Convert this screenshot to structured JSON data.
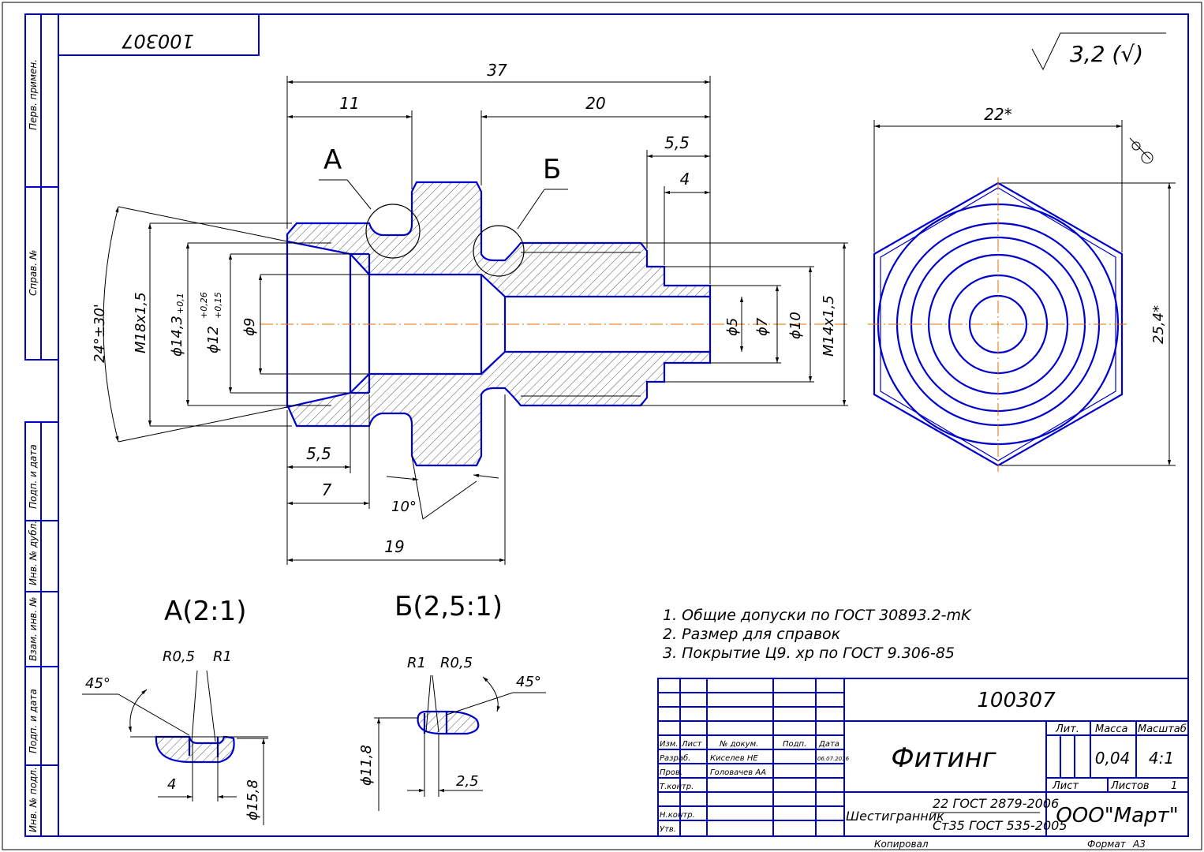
{
  "stamp_number_rotated": "100307",
  "roughness": "3,2 (√)",
  "side_stamps": {
    "perv_primen": "Перв. примен.",
    "sprav_no": "Справ. №",
    "podp_data_1": "Подп. и дата",
    "inv_dubl": "Инв. № дубл.",
    "vzam_inv": "Взам. инв. №",
    "podp_data_2": "Подп. и дата",
    "inv_podl": "Инв. № подл."
  },
  "main_view": {
    "callout_a": "А",
    "callout_b": "Б",
    "dims": {
      "d37": "37",
      "d11": "11",
      "d20": "20",
      "d5_5_top": "5,5",
      "d4_top": "4",
      "angle_24": "24°±30'",
      "m18": "M18x1,5",
      "d14_3": "ϕ14,3",
      "d14_3_tol": "+0,1",
      "d12": "ϕ12",
      "d12_tol_up": "+0,26",
      "d12_tol_low": "+0,15",
      "d9": "ϕ9",
      "d5": "ϕ5",
      "d7": "ϕ7",
      "d10": "ϕ10",
      "m14": "M14x1,5",
      "d5_5_bot": "5,5",
      "d7_bot": "7",
      "angle_10": "10°",
      "d19": "19"
    }
  },
  "end_view": {
    "d22": "22*",
    "d25_4": "25,4*"
  },
  "detail_a": {
    "title": "А(2:1)",
    "r05": "R0,5",
    "r1": "R1",
    "angle": "45°",
    "d4": "4",
    "d15_8": "ϕ15,8"
  },
  "detail_b": {
    "title": "Б(2,5:1)",
    "r1": "R1",
    "r05": "R0,5",
    "angle": "45°",
    "d11_8": "ϕ11,8",
    "d2_5": "2,5"
  },
  "notes": [
    "1. Общие допуски по ГОСТ 30893.2-mK",
    "2. Размер для справок",
    "3. Покрытие Ц9. хр по ГОСТ 9.306-85"
  ],
  "title_block": {
    "designation": "100307",
    "part_name": "Фитинг",
    "headers": {
      "izm": "Изм.",
      "list": "Лист",
      "dokum": "№ докум.",
      "podp": "Подп.",
      "data": "Дата",
      "lit": "Лит.",
      "massa": "Масса",
      "masshtab": "Масштаб"
    },
    "rows": {
      "razrab": "Разраб.",
      "razrab_name": "Киселев НЕ",
      "razrab_date": "06.07.2016",
      "prov": "Пров.",
      "prov_name": "Головачев АА",
      "tkontr": "Т.контр.",
      "nkontr": "Н.контр.",
      "utv": "Утв."
    },
    "mass": "0,04",
    "scale": "4:1",
    "sheet_label": "Лист",
    "sheets_label": "Листов",
    "sheets_value": "1",
    "material_prefix": "Шестигранник",
    "material_top": "22 ГОСТ 2879-2006",
    "material_bottom": "Ст35 ГОСТ 535-2005",
    "company": "ООО\"Март\"",
    "copied": "Копировал",
    "format_label": "Формат",
    "format_value": "А3"
  }
}
